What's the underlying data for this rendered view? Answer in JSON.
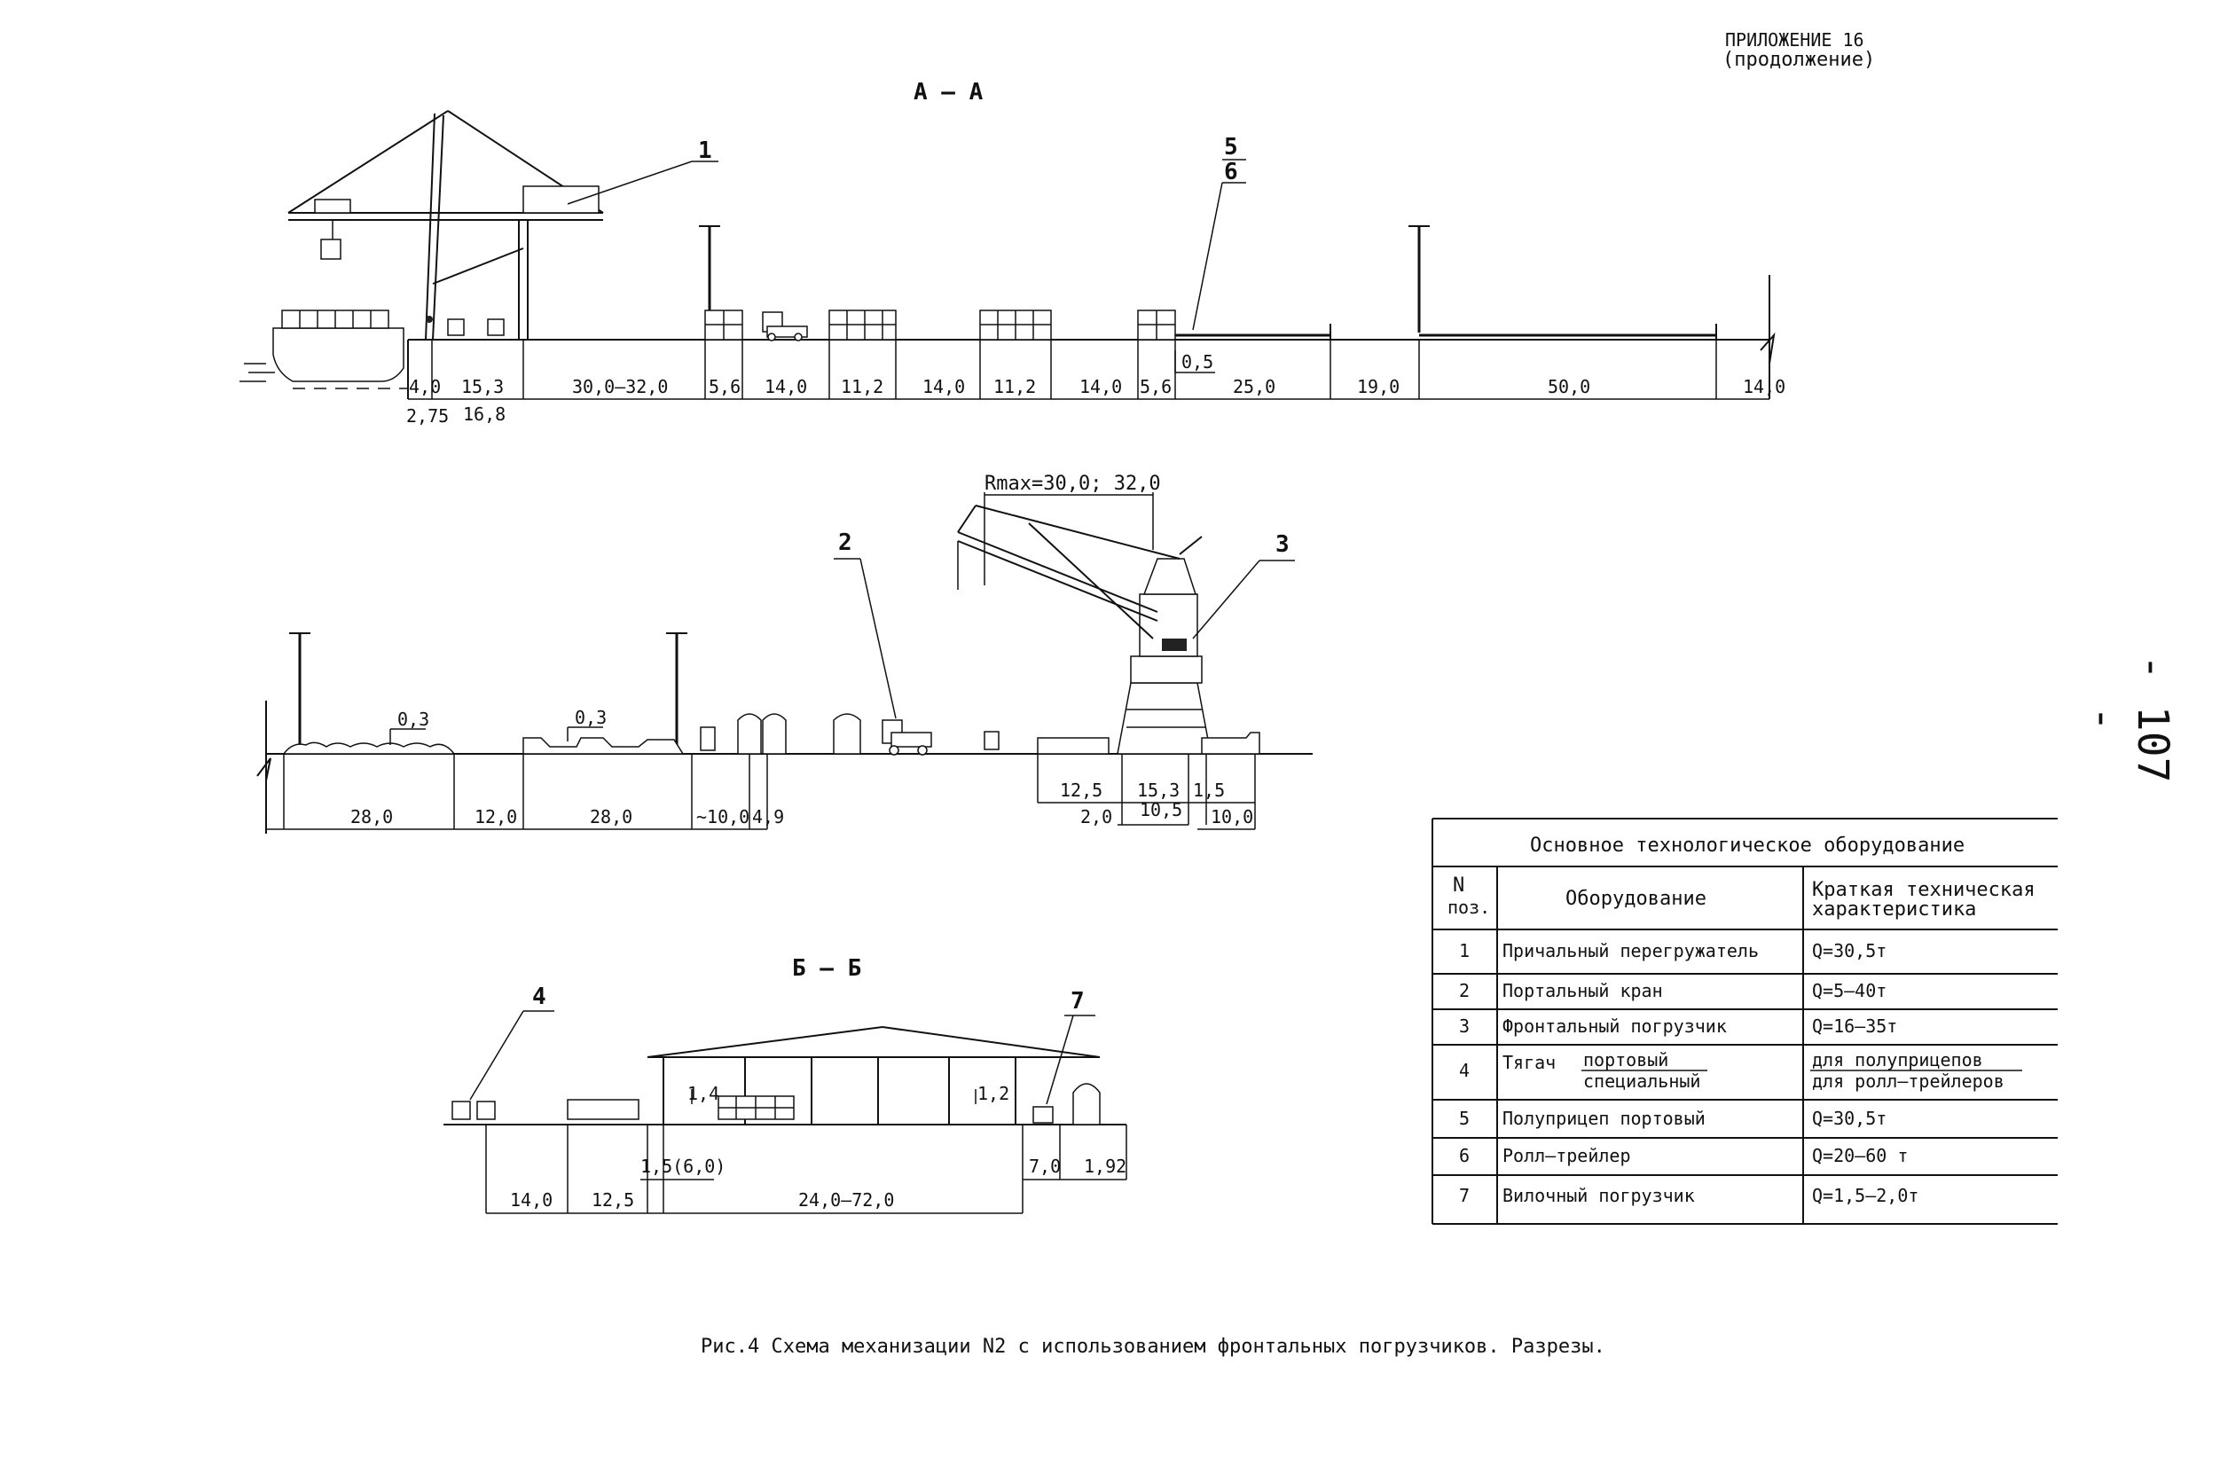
{
  "header": {
    "appendix_line1": "ПРИЛОЖЕНИЕ 16",
    "appendix_line2": "(продолжение)"
  },
  "page_number": "- 107 -",
  "sections": {
    "aa": {
      "title": "А — А",
      "callouts": [
        "1",
        "5",
        "6"
      ],
      "dims_top": [
        "4,0",
        "15,3",
        "30,0–32,0",
        "5,6",
        "14,0",
        "11,2",
        "14,0",
        "11,2",
        "14,0",
        "5,6",
        "25,0",
        "19,0",
        "50,0",
        "14,0"
      ],
      "dims_bottom": [
        "2,75",
        "16,8"
      ],
      "note_05": "0,5"
    },
    "middle": {
      "callouts": [
        "2",
        "3"
      ],
      "rmax": "Rmax=30,0; 32,0",
      "dims": [
        "28,0",
        "12,0",
        "28,0",
        "~10,0",
        "4,9"
      ],
      "dims_right": [
        "12,5",
        "15,3",
        "1,5",
        "2,0",
        "10,5",
        "10,0"
      ],
      "note_03a": "0,3",
      "note_03b": "0,3"
    },
    "bb": {
      "title": "Б — Б",
      "callouts": [
        "4",
        "7"
      ],
      "dims": [
        "14,0",
        "12,5",
        "1,5(6,0)",
        "24,0–72,0",
        "7,0",
        "1,92"
      ],
      "h_left": "1,4",
      "h_right": "1,2"
    }
  },
  "table": {
    "title": "Основное технологическое оборудование",
    "col1": "N поз.",
    "col2": "Оборудование",
    "col3": "Краткая техническая характеристика",
    "rows": [
      {
        "n": "1",
        "name": "Причальный перегружатель",
        "spec": "Q=30,5т"
      },
      {
        "n": "2",
        "name": "Портальный кран",
        "spec": "Q=5–40т"
      },
      {
        "n": "3",
        "name": "Фронтальный погрузчик",
        "spec": "Q=16–35т"
      },
      {
        "n": "4",
        "name": "Тягач",
        "sub1": "портовый",
        "sub2": "специальный",
        "spec": "для полуприцепов",
        "spec2": "для ролл–трейлеров"
      },
      {
        "n": "5",
        "name": "Полуприцеп портовый",
        "spec": "Q=30,5т"
      },
      {
        "n": "6",
        "name": "Ролл–трейлер",
        "spec": "Q=20–60 т"
      },
      {
        "n": "7",
        "name": "Вилочный погрузчик",
        "spec": "Q=1,5–2,0т"
      }
    ]
  },
  "caption": "Рис.4 Схема механизации N2 с использованием фронтальных погрузчиков. Разрезы."
}
